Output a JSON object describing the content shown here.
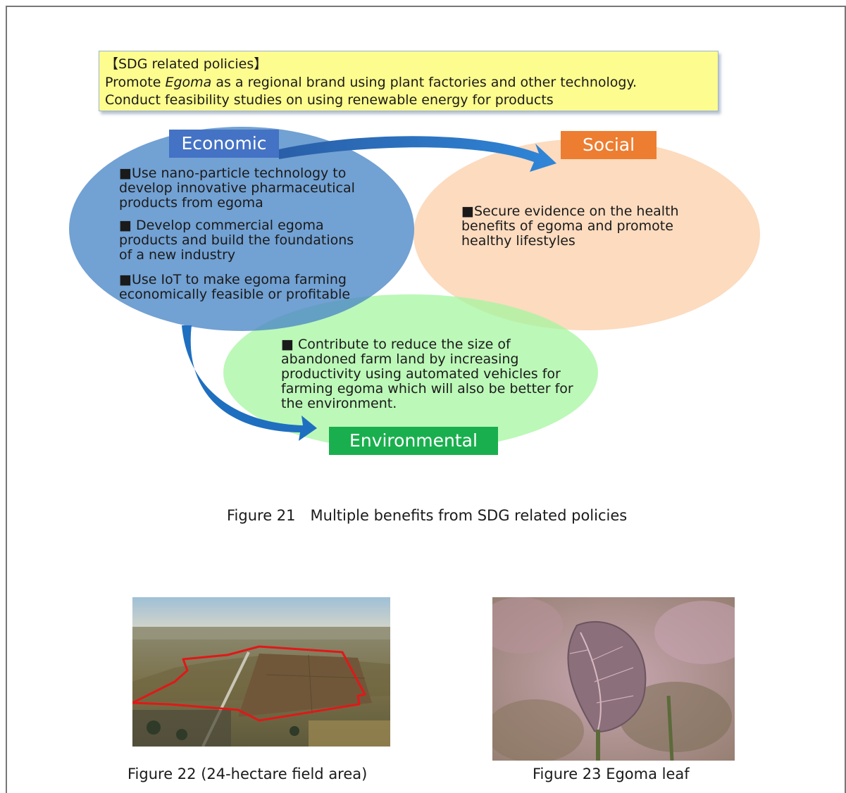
{
  "policy_box": {
    "heading": "【SDG related policies】",
    "line1_prefix": "Promote ",
    "line1_emphasis": "Egoma",
    "line1_suffix": " as a regional brand using plant factories and other technology.",
    "line2": "Conduct feasibility studies on using renewable energy for products"
  },
  "diagram": {
    "economic": {
      "label": "Economic",
      "items": [
        "■Use nano-particle technology to develop innovative pharmaceutical products from egoma",
        "■ Develop commercial egoma products and build the foundations of a new industry",
        "■Use IoT to make egoma farming economically feasible or profitable"
      ]
    },
    "social": {
      "label": "Social",
      "items": [
        "■Secure evidence on the health benefits of egoma and promote healthy lifestyles"
      ]
    },
    "environmental": {
      "label": "Environmental",
      "items": [
        "■ Contribute to reduce the size of abandoned farm land by increasing productivity using automated vehicles for farming egoma which will also be better for the environment."
      ]
    },
    "colors": {
      "economic": "#4a86c6",
      "social": "#fcd5b4",
      "environmental": "#a6f5a0",
      "arrow": "#1f6fc0"
    }
  },
  "captions": {
    "figure21": "Figure 21　Multiple benefits from SDG related policies",
    "figure22": "Figure 22  (24-hectare field area)",
    "figure23": "Figure 23  Egoma leaf"
  }
}
